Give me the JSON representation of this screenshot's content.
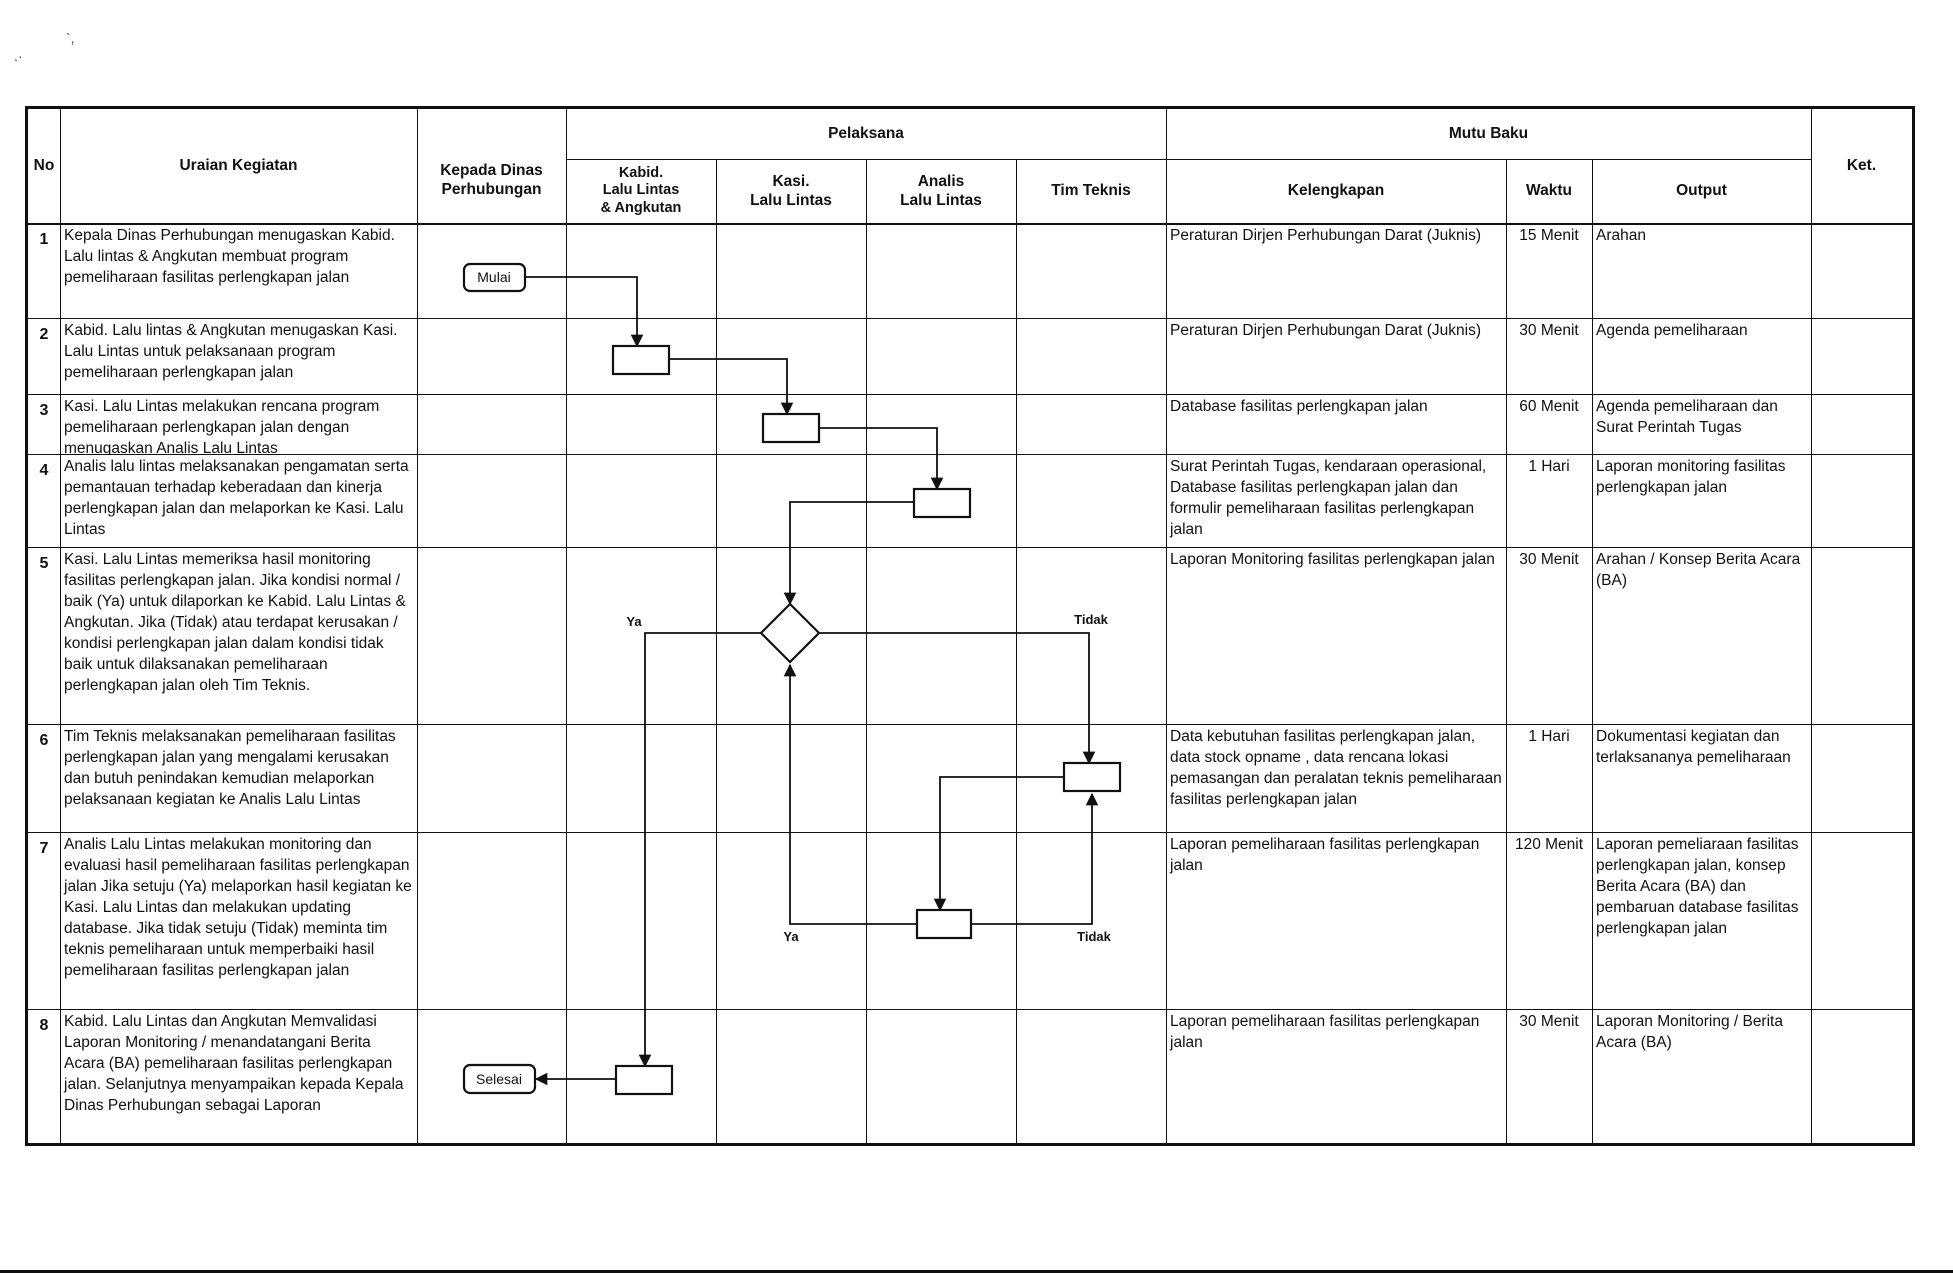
{
  "header": {
    "no": "No",
    "uraian": "Uraian Kegiatan",
    "pelaksana": "Pelaksana",
    "mutu_baku": "Mutu Baku",
    "ket": "Ket.",
    "actors": {
      "kepala": "Kepada Dinas\nPerhubungan",
      "kabid": "Kabid.\nLalu Lintas\n& Angkutan",
      "kasi": "Kasi.\nLalu Lintas",
      "analis": "Analis\nLalu Lintas",
      "tim": "Tim Teknis"
    },
    "mutu": {
      "kelengkapan": "Kelengkapan",
      "waktu": "Waktu",
      "output": "Output"
    }
  },
  "rows": [
    {
      "no": "1",
      "uraian": "Kepala Dinas Perhubungan menugaskan Kabid. Lalu lintas & Angkutan membuat program pemeliharaan fasilitas perlengkapan jalan",
      "kelengkapan": "Peraturan Dirjen Perhubungan Darat (Juknis)",
      "waktu": "15 Menit",
      "output": "Arahan"
    },
    {
      "no": "2",
      "uraian": "Kabid. Lalu lintas & Angkutan menugaskan Kasi. Lalu Lintas untuk pelaksanaan program pemeliharaan perlengkapan jalan",
      "kelengkapan": "Peraturan Dirjen Perhubungan Darat (Juknis)",
      "waktu": "30 Menit",
      "output": "Agenda pemeliharaan"
    },
    {
      "no": "3",
      "uraian": "Kasi. Lalu Lintas melakukan rencana program pemeliharaan perlengkapan jalan dengan menugaskan Analis Lalu Lintas",
      "kelengkapan": "Database fasilitas perlengkapan jalan",
      "waktu": "60 Menit",
      "output": "Agenda pemeliharaan dan Surat Perintah Tugas"
    },
    {
      "no": "4",
      "uraian": "Analis lalu lintas melaksanakan pengamatan serta pemantauan terhadap keberadaan dan kinerja perlengkapan jalan dan melaporkan ke Kasi. Lalu Lintas",
      "kelengkapan": "Surat Perintah Tugas, kendaraan operasional, Database fasilitas perlengkapan jalan dan formulir pemeliharaan fasilitas perlengkapan jalan",
      "waktu": "1 Hari",
      "output": "Laporan monitoring fasilitas perlengkapan jalan"
    },
    {
      "no": "5",
      "uraian": "Kasi. Lalu Lintas memeriksa hasil monitoring fasilitas perlengkapan jalan. Jika kondisi normal / baik (Ya) untuk dilaporkan ke Kabid. Lalu Lintas & Angkutan. Jika (Tidak) atau terdapat kerusakan / kondisi perlengkapan jalan dalam kondisi tidak baik untuk dilaksanakan pemeliharaan perlengkapan jalan oleh Tim Teknis.",
      "kelengkapan": "Laporan Monitoring fasilitas perlengkapan jalan",
      "waktu": "30 Menit",
      "output": "Arahan / Konsep Berita Acara (BA)"
    },
    {
      "no": "6",
      "uraian": "Tim Teknis melaksanakan pemeliharaan fasilitas perlengkapan jalan yang mengalami kerusakan dan butuh penindakan kemudian melaporkan pelaksanaan kegiatan ke Analis Lalu Lintas",
      "kelengkapan": "Data kebutuhan fasilitas perlengkapan jalan, data stock opname , data rencana lokasi pemasangan dan peralatan teknis pemeliharaan fasilitas perlengkapan jalan",
      "waktu": "1 Hari",
      "output": "Dokumentasi kegiatan dan terlaksananya pemeliharaan"
    },
    {
      "no": "7",
      "uraian": "Analis Lalu Lintas melakukan monitoring dan evaluasi hasil pemeliharaan fasilitas perlengkapan jalan Jika setuju (Ya) melaporkan hasil kegiatan ke Kasi. Lalu Lintas dan melakukan updating database. Jika tidak setuju (Tidak) meminta tim teknis pemeliharaan untuk memperbaiki hasil pemeliharaan fasilitas perlengkapan jalan",
      "kelengkapan": "Laporan pemeliharaan fasilitas perlengkapan jalan",
      "waktu": "120 Menit",
      "output": "Laporan pemeliaraan fasilitas perlengkapan jalan, konsep Berita Acara (BA) dan pembaruan database fasilitas perlengkapan jalan"
    },
    {
      "no": "8",
      "uraian": "Kabid. Lalu Lintas dan Angkutan Memvalidasi Laporan Monitoring / menandatangani Berita Acara (BA) pemeliharaan fasilitas perlengkapan jalan. Selanjutnya menyampaikan kepada Kepala Dinas Perhubungan sebagai Laporan",
      "kelengkapan": "Laporan pemeliharaan fasilitas perlengkapan jalan",
      "waktu": "30 Menit",
      "output": "Laporan Monitoring / Berita Acara (BA)"
    }
  ],
  "flow": {
    "start": "Mulai",
    "end": "Selesai",
    "yes": "Ya",
    "no": "Tidak"
  },
  "colors": {
    "ink": "#111111",
    "paper": "#ffffff"
  }
}
